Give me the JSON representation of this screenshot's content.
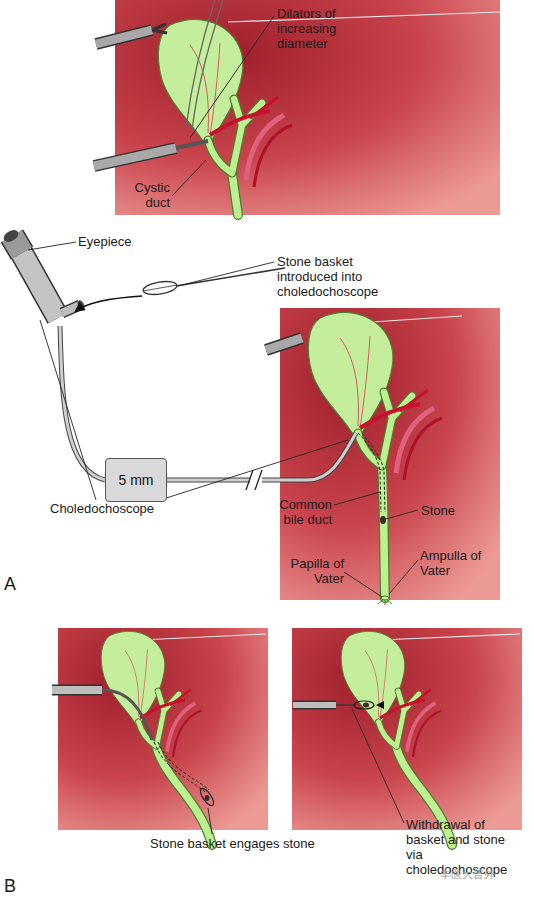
{
  "diagram": {
    "nodes": [
      {
        "text": [
          "5 mm"
        ]
      }
    ],
    "labels": [
      "Dilators of increasing diameter",
      "Cystic duct",
      "Eyepiece",
      "Stone basket introduced into choledochoscope",
      "Choledochoscope",
      "Common bile duct",
      "Stone",
      "Papilla of Vater",
      "Ampulla of Vater",
      "A",
      "Stone basket engages stone",
      "Withdrawal of basket and stone via choledochoscope",
      "B",
      "丰医大普外"
    ]
  }
}
